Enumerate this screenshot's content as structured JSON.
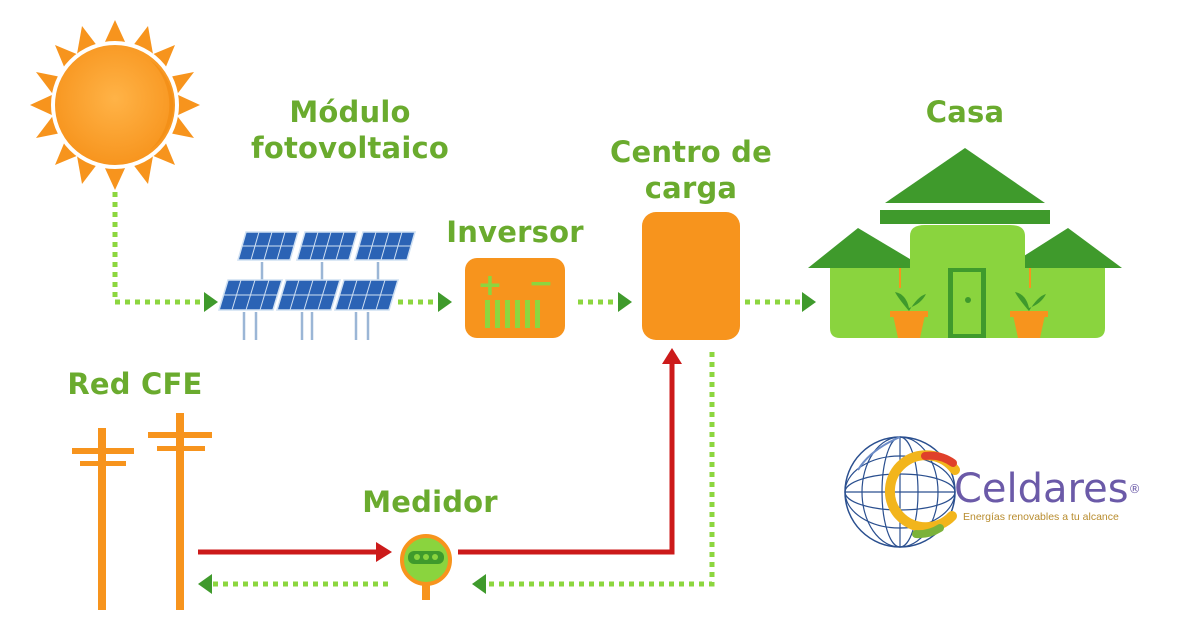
{
  "labels": {
    "module_line1": "Módulo",
    "module_line2": "fotovoltaico",
    "inverter": "Inversor",
    "load_center_line1": "Centro de",
    "load_center_line2": "carga",
    "house": "Casa",
    "grid": "Red CFE",
    "meter": "Medidor"
  },
  "inverter_symbols": {
    "plus": "+",
    "minus": "−"
  },
  "logo": {
    "name": "Celdares",
    "trademark": "®",
    "tagline": "Energías renovables a tu alcance"
  },
  "colors": {
    "label_green": "#6aab2e",
    "flow_green": "#8cd63f",
    "flow_red": "#cc1a1a",
    "orange": "#f7941d",
    "house_green": "#8ad43e",
    "roof_green": "#3f9a2c",
    "panel_blue": "#2b63b5"
  }
}
